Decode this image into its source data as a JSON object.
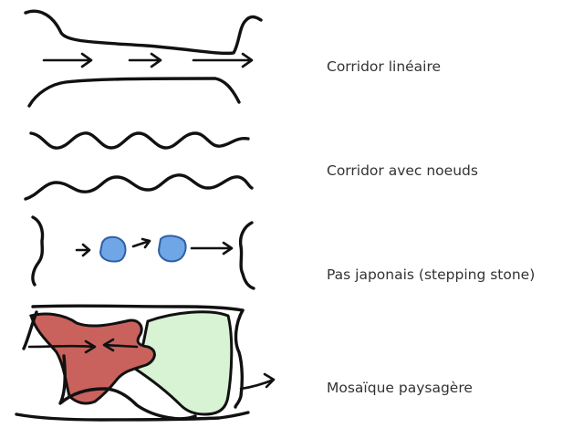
{
  "panels": [
    {
      "id": "linear",
      "label": "Corridor linéaire"
    },
    {
      "id": "nodes",
      "label": "Corridor avec noeuds"
    },
    {
      "id": "stepping",
      "label": "Pas japonais (stepping stone)"
    },
    {
      "id": "mosaic",
      "label": "Mosaïque paysagère"
    }
  ],
  "colors": {
    "ink": "#111111",
    "stone_fill": "#6fa6e6",
    "stone_stroke": "#2f5fa8",
    "red_patch": "#c9625c",
    "green_patch": "#d8f2d4",
    "label_text": "#333333"
  }
}
